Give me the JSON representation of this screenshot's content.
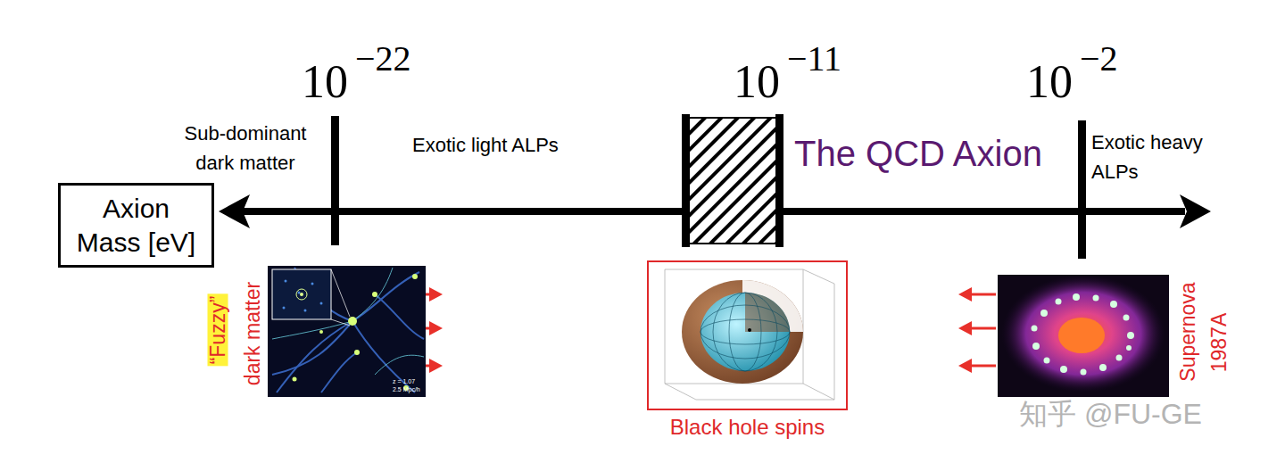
{
  "diagram": {
    "nodes": [
      {
        "text": [
          "Axion Mass [eV]"
        ]
      },
      {
        "text": [
          "Black hole spins"
        ]
      }
    ],
    "labels": [
      "Sub-dominant dark matter",
      "Exotic light ALPs",
      "The QCD Axion",
      "Exotic heavy ALPs",
      "10",
      "−22",
      "10",
      "−11",
      "10",
      "−2",
      "“Fuzzy”",
      "dark matter",
      "Supernova",
      "1987A",
      "z = 1.07",
      "2.5 Mpc/h",
      "知乎 @FU-GE"
    ]
  }
}
